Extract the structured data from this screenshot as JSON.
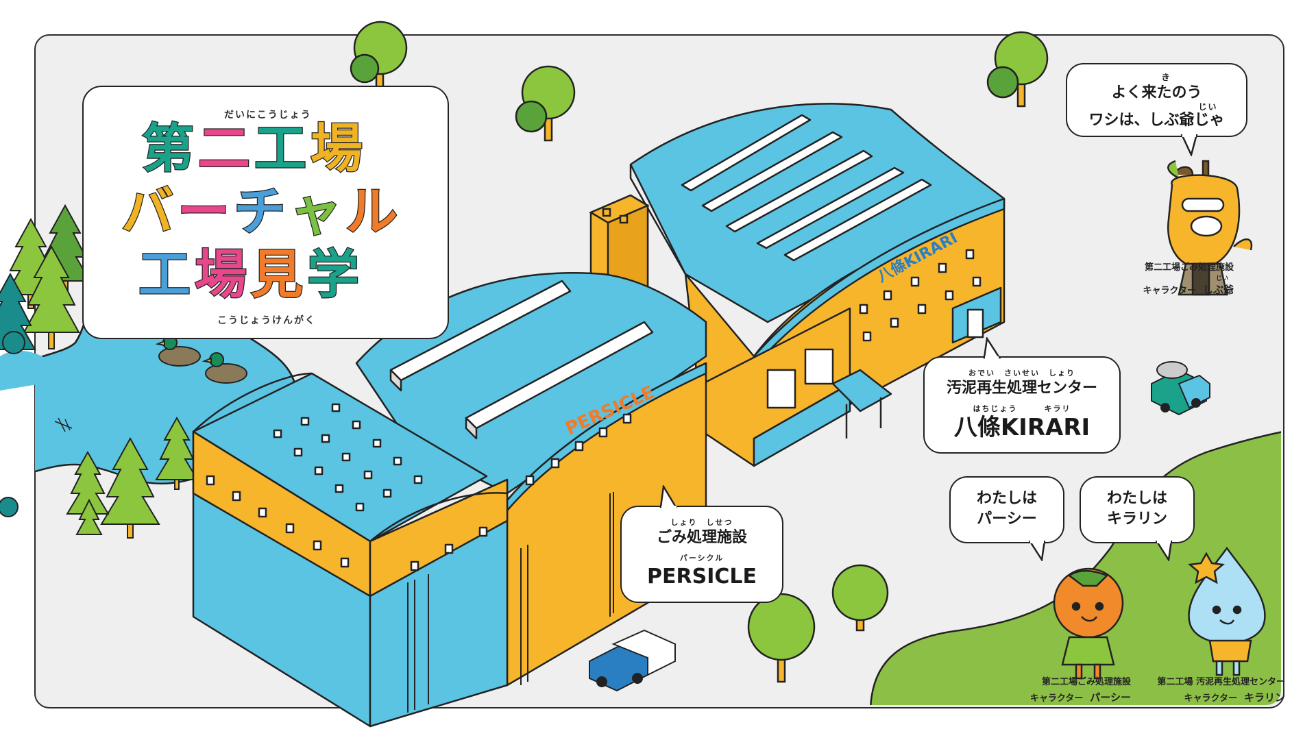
{
  "title": {
    "ruby_top": "だいにこうじょう",
    "line1": [
      "第",
      "二",
      "工",
      "場"
    ],
    "line2": [
      "バ",
      "ー",
      "チ",
      "ャ",
      "ル"
    ],
    "line3": [
      "工",
      "場",
      "見",
      "学"
    ],
    "ruby_bottom": "こうじょうけんがく",
    "colors": [
      "#1aa38a",
      "#e8478b",
      "#f0b323",
      "#4a9fd8",
      "#7bc242",
      "#f07b2a"
    ]
  },
  "buildings": {
    "persicle_sign": "PERSICLE",
    "kirari_sign": "八條KIRARI"
  },
  "bubbles": {
    "shibujii": {
      "ruby": "き",
      "line1": "よく来たのう",
      "ruby2": "じい",
      "line2": "ワシは、しぶ爺じゃ"
    },
    "kirari_center": {
      "ruby": "おでい　さいせい　しょり",
      "line1": "汚泥再生処理センター",
      "ruby2": "はちじょう　　　キラリ",
      "line2": "八條KIRARI"
    },
    "persicle_facility": {
      "ruby": "しょり　しせつ",
      "line1": "ごみ処理施設",
      "ruby2": "パーシクル",
      "line2": "PERSICLE"
    },
    "percy": {
      "line1": "わたしは",
      "line2": "パーシー"
    },
    "kirarin": {
      "line1": "わたしは",
      "line2": "キラリン"
    }
  },
  "captions": {
    "shibujii": {
      "line1": "第二工場ごみ処理施設",
      "ruby": "じい",
      "prefix": "キャラクター",
      "name": "しぶ爺"
    },
    "percy": {
      "line1": "第二工場ごみ処理施設",
      "prefix": "キャラクター",
      "name": "パーシー"
    },
    "kirarin": {
      "line1": "第二工場 汚泥再生処理センター",
      "prefix": "キャラクター",
      "name": "キラリン"
    }
  },
  "colors": {
    "roof_blue": "#5bc4e3",
    "wall_orange": "#f7b52c",
    "outline": "#222222",
    "tree_light": "#8cc63f",
    "tree_dark": "#5aa33a",
    "water": "#5bc4e3",
    "grass": "#8cbf45",
    "background": "#efefef"
  }
}
